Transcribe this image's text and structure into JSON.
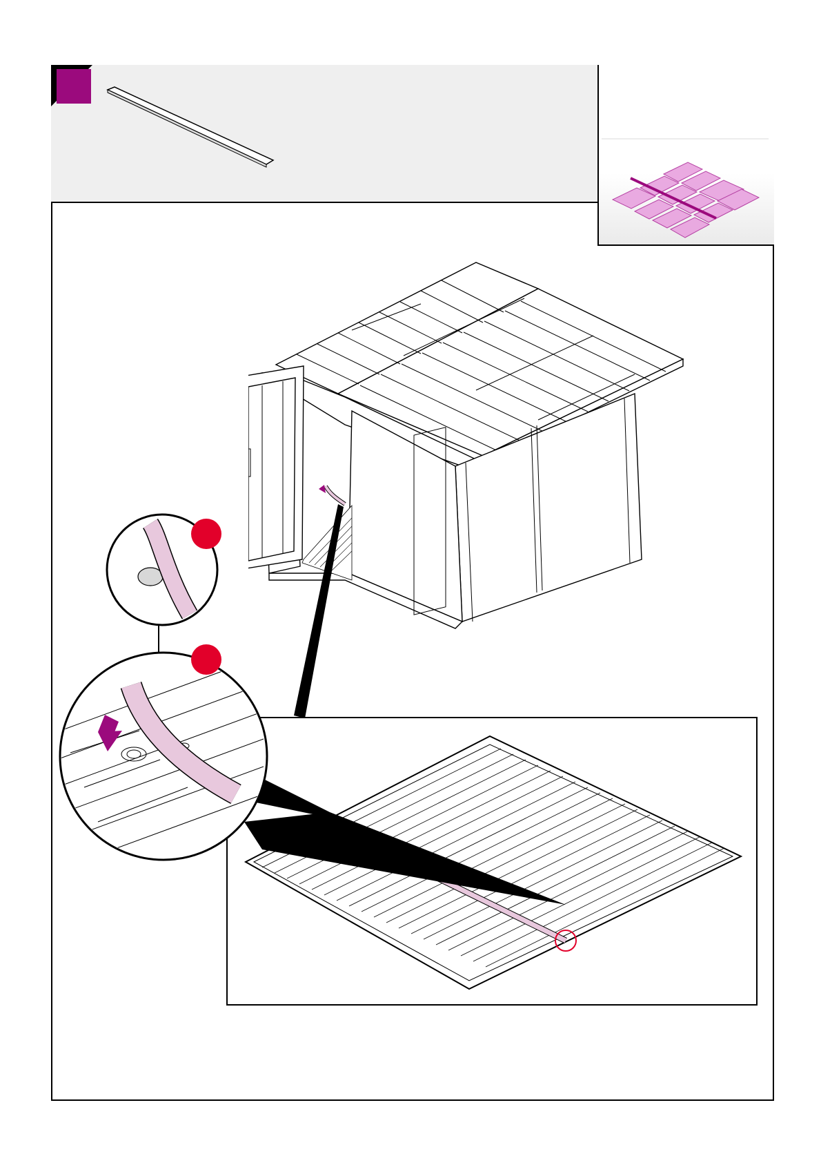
{
  "step": {
    "number": "",
    "badge_color": "#9b0a7d",
    "corner_color": "#000000"
  },
  "colors": {
    "strip_pink": "#e8c8dd",
    "overview_pink": "#e9a6e0",
    "callout_red": "#e2002a",
    "arrow_purple": "#9b0a7d",
    "panel_gray": "#efefef"
  },
  "parts": [
    {
      "name": "floor-joining-strip",
      "quantity": ""
    }
  ],
  "callouts": [
    {
      "id": "detail-a",
      "label": ""
    },
    {
      "id": "detail-b",
      "label": ""
    }
  ]
}
